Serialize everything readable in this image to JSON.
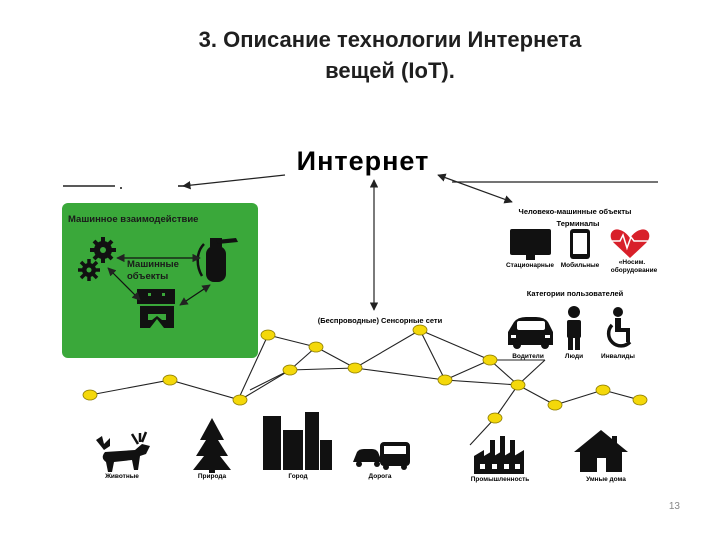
{
  "slide": {
    "title_line1": "3. Описание технологии Интернета",
    "title_line2": "вещей (IoT).",
    "page_number": "13"
  },
  "diagram": {
    "internet_label": "Интернет",
    "machine_panel": {
      "title": "Машинное взаимодействие",
      "objects_line1": "Машинные",
      "objects_line2": "объекты"
    },
    "human_machine": {
      "title_line1": "Человеко-машинные объекты",
      "title_line2": "Терминалы",
      "stationary": "Стационарные",
      "mobile": "Мобильные",
      "wearable_line1": "«Носим.",
      "wearable_line2": "оборудование"
    },
    "user_categories": {
      "title": "Категории пользователей",
      "drivers": "Водители",
      "people": "Люди",
      "disabled": "Инвалиды"
    },
    "sensor_networks": "(Беспроводные) Сенсорные сети",
    "bottom_labels": {
      "animals": "Животные",
      "nature": "Природа",
      "city": "Город",
      "road": "Дорога",
      "industry": "Промышленность",
      "smart_homes": "Умные дома"
    },
    "colors": {
      "panel_green": "#3aa83a",
      "node_yellow": "#f4d80a",
      "icon_dark": "#111111",
      "heart_red": "#d8202a"
    }
  }
}
